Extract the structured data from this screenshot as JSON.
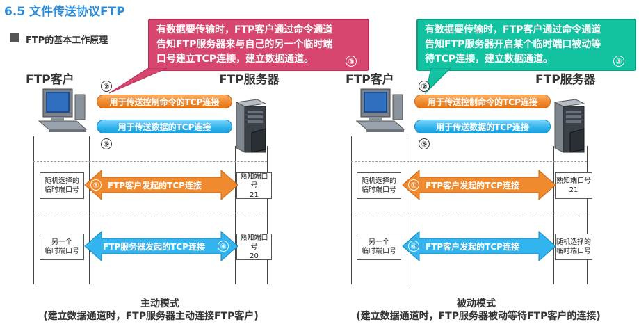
{
  "title": "6.5 文件传送协议FTP",
  "subtitle": "FTP的基本工作原理",
  "left": {
    "callout": [
      "有数据要传输时，FTP客户通过命令通道",
      "告知FTP服务器来与自己的另一个临时端",
      "口号建立TCP连接，建立数据通道。"
    ],
    "callout_num": "③",
    "client_label": "FTP客户",
    "server_label": "FTP服务器",
    "num2": "②",
    "pipe_control": "用于传送控制命令的TCP连接",
    "pipe_data": "用于传送数据的TCP连接",
    "num5": "⑤",
    "client_port_1": [
      "随机选择的",
      "临时端口号"
    ],
    "server_port_1": [
      "熟知端口号",
      "21"
    ],
    "arrow_1_num": "①",
    "arrow_1_label": "FTP客户发起的TCP连接",
    "client_port_2": [
      "另一个",
      "临时端口号"
    ],
    "server_port_2": [
      "熟知端口号",
      "20"
    ],
    "arrow_2_num": "④",
    "arrow_2_label": "FTP服务器发起的TCP连接",
    "mode": "主动模式",
    "mode_note": "(建立数据通道时，FTP服务器主动连接FTP客户)"
  },
  "right": {
    "callout": [
      "有数据要传输时，FTP客户通过命令通道",
      "告知FTP服务器开启某个临时端口被动等",
      "待TCP连接，建立数据通道。"
    ],
    "callout_num": "③",
    "client_label": "FTP客户",
    "server_label": "FTP服务器",
    "num2": "②",
    "pipe_control": "用于传送控制命令的TCP连接",
    "pipe_data": "用于传送数据的TCP连接",
    "num5": "⑤",
    "client_port_1": [
      "随机选择的",
      "临时端口号"
    ],
    "server_port_1": [
      "熟知端口号",
      "21"
    ],
    "arrow_1_num": "①",
    "arrow_1_label": "FTP客户发起的TCP连接",
    "client_port_2": [
      "另一个",
      "临时端口号"
    ],
    "server_port_2": [
      "随机选择的",
      "临时端口号"
    ],
    "arrow_2_num": "④",
    "arrow_2_label": "FTP客户发起的TCP连接",
    "mode": "被动模式",
    "mode_note": "(建立数据通道时，FTP服务器被动等待FTP客户的连接)"
  },
  "colors": {
    "title": "#2b8bd8",
    "orange": "#f08a2e",
    "blue": "#32b4ee",
    "callout_red": "#d6466e",
    "callout_green": "#13c2a0"
  },
  "icons": {
    "client": "desktop-computer-icon",
    "server": "server-tower-icon"
  }
}
